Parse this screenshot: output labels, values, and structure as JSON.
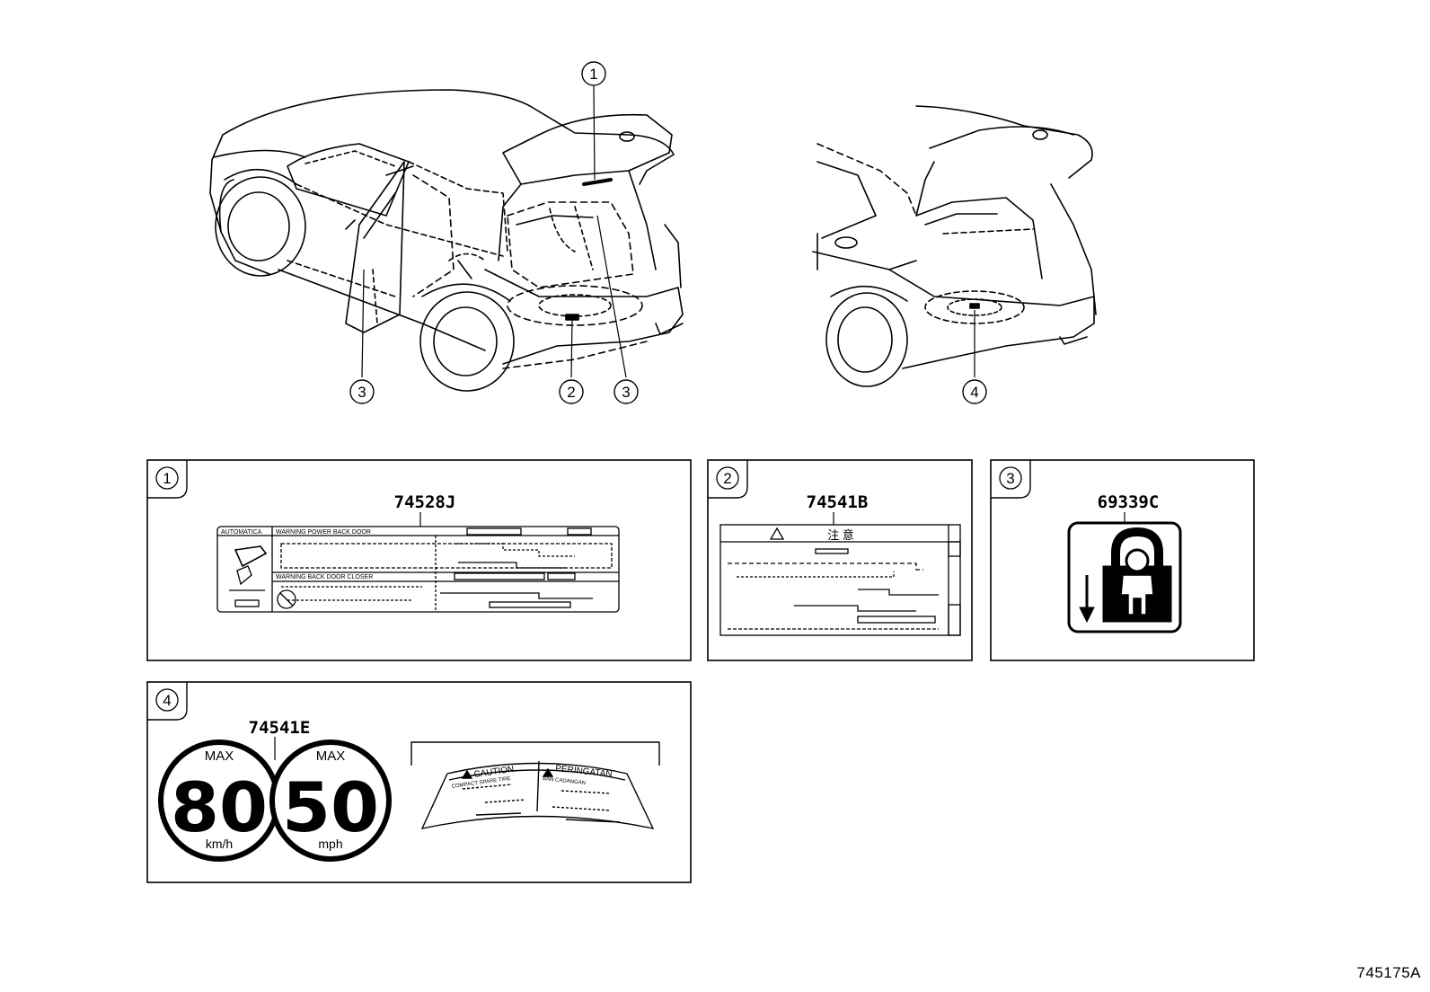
{
  "diagram": {
    "id": "745175A",
    "callouts": {
      "c1": "1",
      "c2": "2",
      "c3a": "3",
      "c3b": "3",
      "c4": "4"
    }
  },
  "panels": {
    "p1": {
      "ref": "1",
      "part_number": "74528J",
      "label": {
        "header_left": "AUTOMATICA",
        "warning_1": "WARNING POWER BACK DOOR",
        "warning_2": "WARNING BACK DOOR CLOSER"
      }
    },
    "p2": {
      "ref": "2",
      "part_number": "74541B",
      "label": {
        "heading": "注  意"
      }
    },
    "p3": {
      "ref": "3",
      "part_number": "69339C"
    },
    "p4": {
      "ref": "4",
      "part_number": "74541E",
      "badge_kmh": {
        "max": "MAX",
        "value": "80",
        "unit": "km/h"
      },
      "badge_mph": {
        "max": "MAX",
        "value": "50",
        "unit": "mph"
      },
      "caution_label": {
        "left_title": "CAUTION",
        "left_sub": "COMPACT SPARE TIRE",
        "right_title": "PERINGATAN",
        "right_sub": "BAN CADANGAN"
      }
    }
  }
}
